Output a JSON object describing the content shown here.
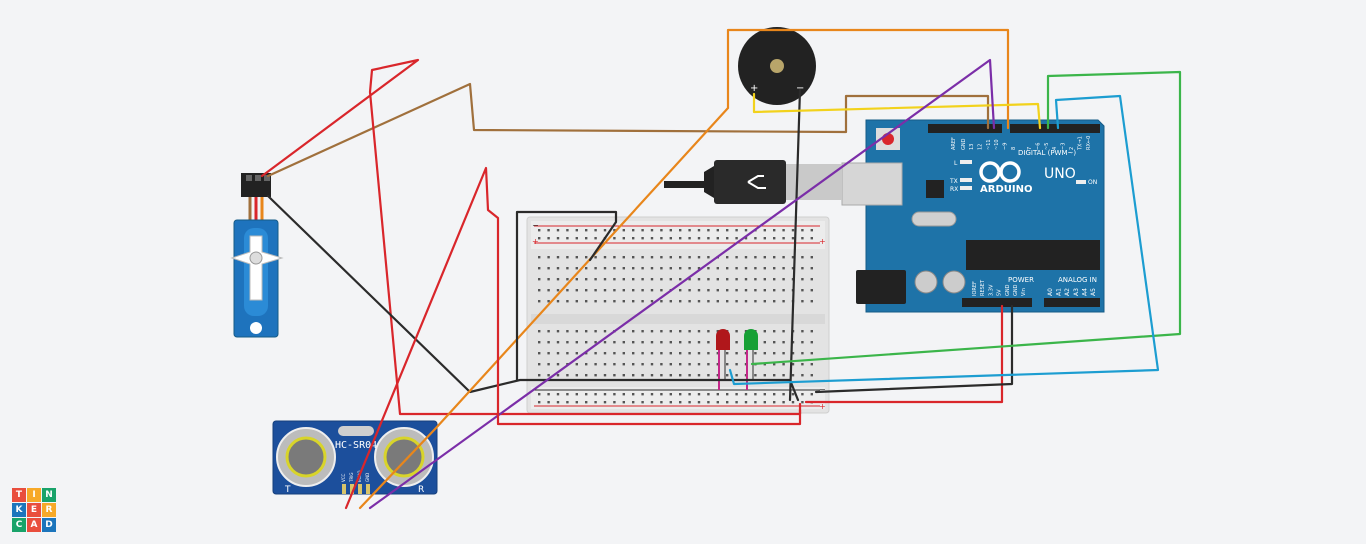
{
  "logo": {
    "letters": [
      "T",
      "I",
      "N",
      "K",
      "E",
      "R",
      "C",
      "A",
      "D"
    ],
    "colors": [
      "#e94e3d",
      "#f7a928",
      "#19a36a",
      "#1c75bc",
      "#e94e3d",
      "#f7a928",
      "#19a36a",
      "#e94e3d",
      "#1c75bc"
    ]
  },
  "arduino": {
    "brand": "ARDUINO",
    "model": "UNO",
    "on_label": "ON",
    "l_label": "L",
    "tx_label": "TX",
    "rx_label": "RX",
    "digital_label": "DIGITAL (PWM~)",
    "power_label": "POWER",
    "analog_label": "ANALOG IN",
    "aref_label": "AREF",
    "gnd_label": "GND",
    "digital_pins": [
      "13",
      "12",
      "~11",
      "~10",
      "~9",
      "8",
      "7",
      "~6",
      "~5",
      "4",
      "~3",
      "2",
      "TX→1",
      "RX←0"
    ],
    "power_pins": [
      "IOREF",
      "RESET",
      "3.3V",
      "5V",
      "GND",
      "GND",
      "Vin"
    ],
    "analog_pins": [
      "A0",
      "A1",
      "A2",
      "A3",
      "A4",
      "A5"
    ]
  },
  "sensor": {
    "model": "HC-SR04",
    "pins": [
      "VCC",
      "TRIG",
      "ECHO",
      "GND"
    ],
    "t_label": "T",
    "r_label": "R"
  },
  "buzzer": {
    "plus": "+",
    "minus": "−"
  },
  "breadboard": {
    "plus": "+",
    "minus": "−"
  },
  "colors": {
    "red": "#d9262b",
    "black": "#2b2b2b",
    "brown": "#a0703c",
    "orange": "#e8861b",
    "purple": "#7b2ea8",
    "yellow": "#f2d21c",
    "green": "#3bb54a",
    "blue": "#1c9dd1",
    "board": "#1e73a8",
    "led_red": "#b0171b",
    "led_green": "#17a035"
  }
}
